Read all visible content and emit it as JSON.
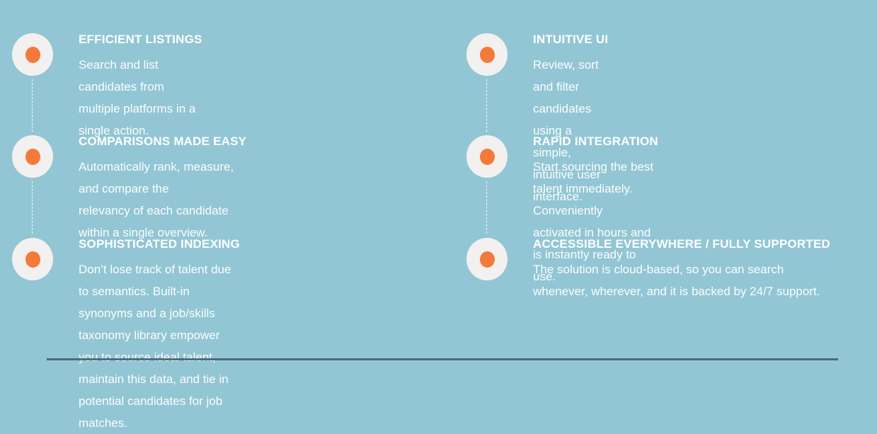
{
  "page": {
    "background_color": "#92c6d4",
    "accent_color": "#f5793b",
    "icon_circle_color": "#f2f1ef",
    "text_color": "#ffffff",
    "bottom_edge_color": "#41596a",
    "icons": {
      "feature_icon": "circle-with-orange-dot-icon",
      "connector": "dashed-vertical-line"
    }
  },
  "features": {
    "left": [
      {
        "title": "EFFICIENT LISTINGS",
        "description_lines": [
          "Search and list candidates from multiple platforms in a",
          "single action."
        ]
      },
      {
        "title": "COMPARISONS MADE EASY",
        "description_lines": [
          "Automatically rank, measure, and compare the",
          "relevancy of each candidate within a single overview."
        ]
      },
      {
        "title": "SOPHISTICATED INDEXING",
        "description_lines": [
          "Don’t lose track of talent due to semantics. Built-in",
          "synonyms and a job/skills taxonomy library empower",
          "you to source ideal talent, maintain this data, and tie in",
          "potential candidates for job matches."
        ]
      }
    ],
    "right": [
      {
        "title": "INTUITIVE UI",
        "description_lines": [
          "Review, sort and filter candidates using a simple,",
          "intuitive user interface."
        ]
      },
      {
        "title": "RAPID INTEGRATION",
        "description_lines": [
          "Start sourcing the best talent immediately. Conveniently",
          "activated in hours and is instantly ready to use."
        ]
      },
      {
        "title": "ACCESSIBLE EVERYWHERE / FULLY SUPPORTED",
        "description_lines": [
          "The solution is cloud-based, so you can search",
          "whenever, wherever, and it is backed by 24/7 support."
        ]
      }
    ]
  }
}
